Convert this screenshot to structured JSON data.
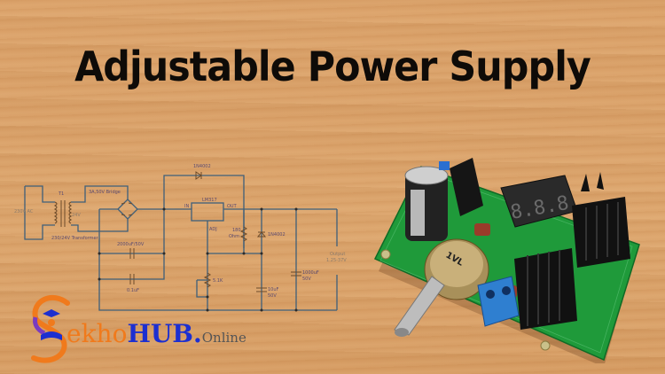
{
  "title": "Adjustable Power Supply",
  "colors": {
    "wood": "#d9a068",
    "title_text": "#0e0b08",
    "wire": "#3e5f7a",
    "logo_orange": "#f07a1c",
    "logo_blue": "#1d2fd0",
    "logo_grey": "#555555",
    "pcb_green": "#1f9a3a"
  },
  "circuit": {
    "labels": {
      "ac_input": "230V AC",
      "transformer_ref": "T1",
      "transformer": "230/24V Transformer",
      "secondary": "24V",
      "bridge": "3A,50V Bridge",
      "cap_filter": "2000uF/50V",
      "cap_small": "0.1uF",
      "diode_top": "1N4002",
      "regulator": "LM317",
      "reg_in": "IN",
      "reg_out": "OUT",
      "reg_adj": "ADJ",
      "resistor": "180",
      "resistor_unit": "Ohm",
      "diode_right": "1N4002",
      "pot": "5.1K",
      "cap_adj": "10uF",
      "cap_adj_v": "50V",
      "cap_out": "1000uF",
      "cap_out_v": "50V",
      "output": "Output",
      "output_range": "1.25-37V"
    }
  },
  "board": {
    "display_digits": "8.8.8",
    "pot_label": "1VL"
  },
  "logo": {
    "initial": "S",
    "part1": "ekho",
    "part2": "HUB",
    "dot": ".",
    "part3": "Online"
  }
}
